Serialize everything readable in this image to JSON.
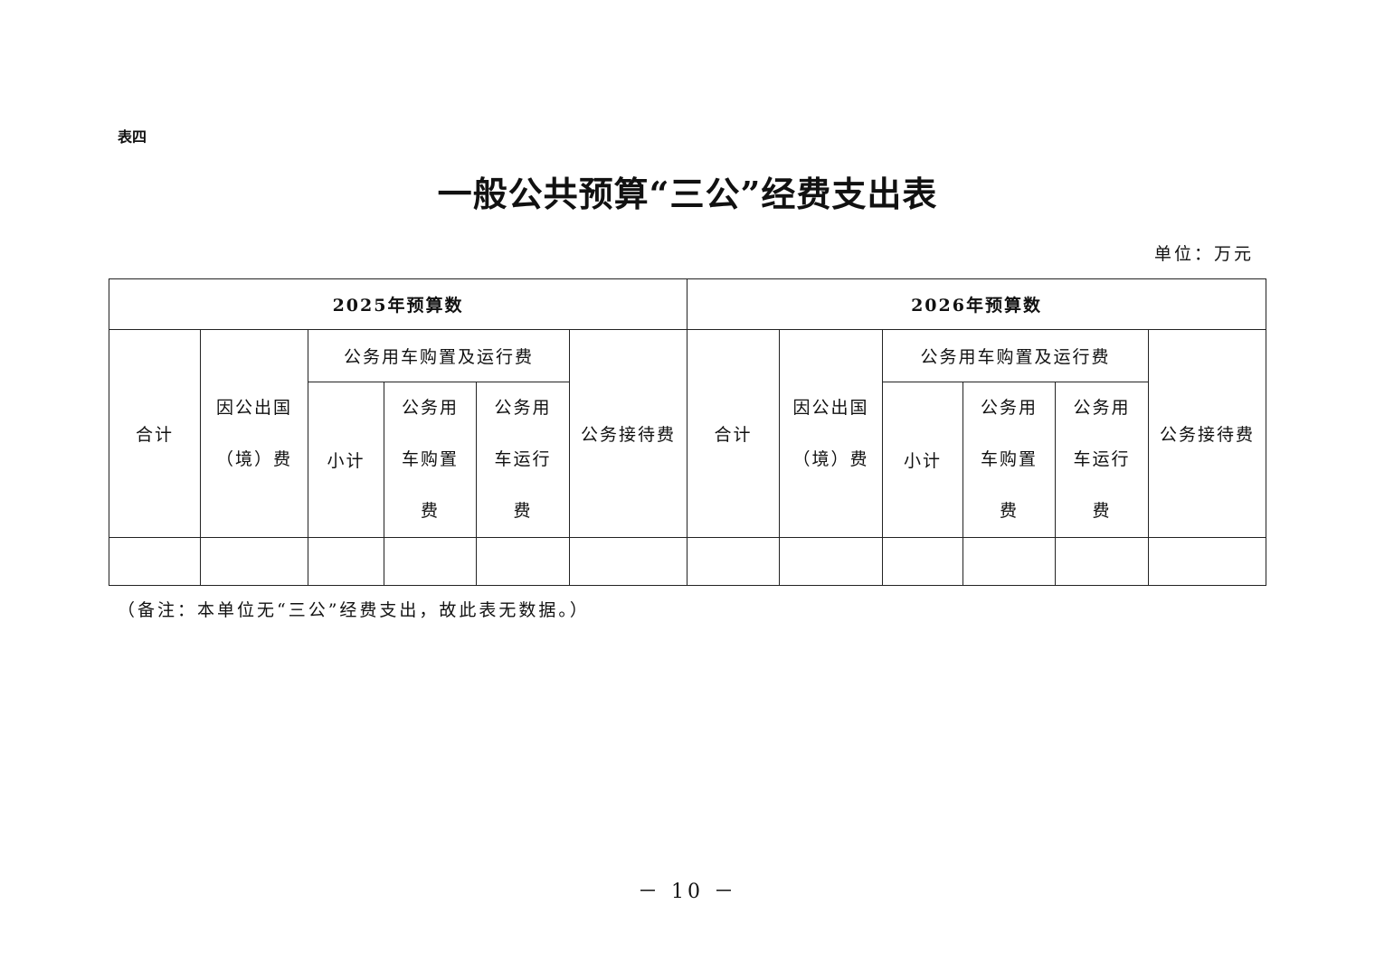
{
  "doc": {
    "label": "表四",
    "title": "一般公共预算“三公”经费支出表",
    "unit": "单位：万元",
    "note": "（备注：本单位无“三公”经费支出，故此表无数据。）",
    "page_number": "－ 10 －"
  },
  "table": {
    "groups": [
      "2025年预算数",
      "2026年预算数"
    ],
    "headers": {
      "total": "合计",
      "abroad": "因公出国（境）费",
      "vehicle": "公务用车购置及运行费",
      "subtotal": "小计",
      "vehicle_purchase": "公务用车购置费",
      "vehicle_operation": "公务用车运行费",
      "reception": "公务接待费"
    },
    "rows": [
      [
        "",
        "",
        "",
        "",
        "",
        "",
        "",
        "",
        "",
        "",
        "",
        ""
      ]
    ]
  }
}
